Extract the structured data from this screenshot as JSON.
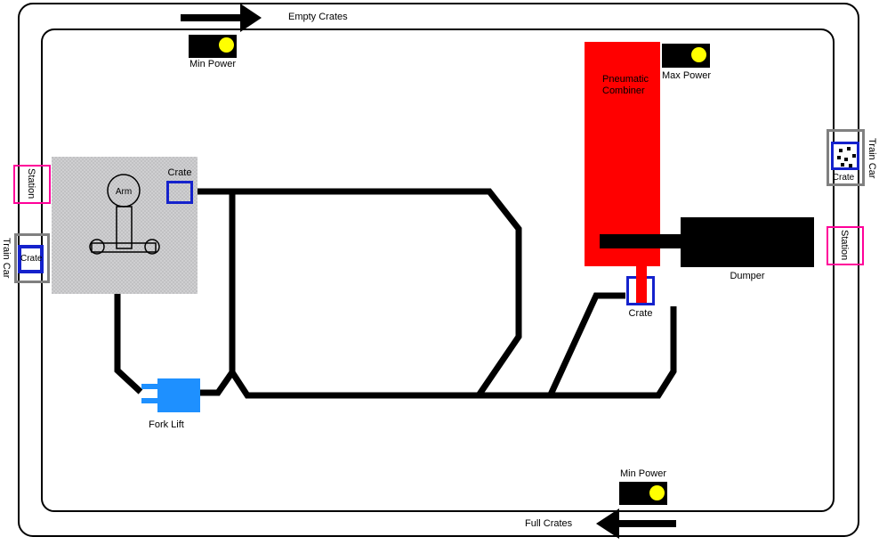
{
  "conveyors": {
    "empty_crates_label": "Empty Crates",
    "full_crates_label": "Full Crates"
  },
  "power_indicators": {
    "min_power_top": {
      "label": "Min Power"
    },
    "max_power": {
      "label": "Max Power"
    },
    "min_power_bottom": {
      "label": "Min Power"
    }
  },
  "machines": {
    "arm": {
      "label": "Arm",
      "crate_label": "Crate"
    },
    "pneumatic_combiner": {
      "label_line1": "Pneumatic",
      "label_line2": "Combiner",
      "crate_label": "Crate"
    },
    "dumper": {
      "label": "Dumper"
    },
    "fork_lift": {
      "label": "Fork Lift"
    }
  },
  "left_track": {
    "station_label": "Station",
    "train_car_label": "Train Car",
    "crate_label": "Crate"
  },
  "right_track": {
    "station_label": "Station",
    "train_car_label": "Train Car",
    "crate_label": "Crate"
  },
  "colors": {
    "machine_red": "#ff0000",
    "crate_blue": "#1522cc",
    "forklift_blue": "#1e90ff",
    "station_pink": "#ff0099",
    "machine_gray": "#c8c8ca",
    "train_car_gray": "#808080",
    "power_light_yellow": "#ffff00",
    "line_black": "#000000"
  }
}
